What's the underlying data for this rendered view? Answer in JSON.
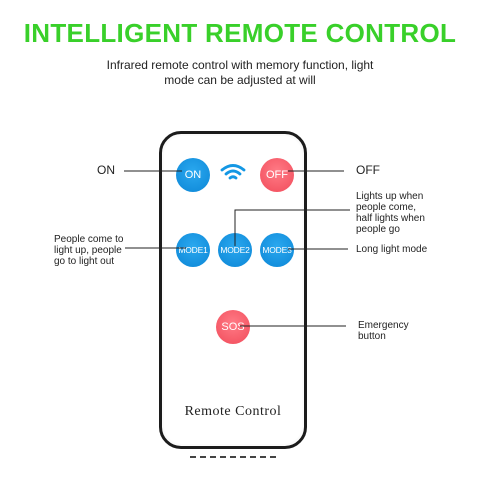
{
  "header": {
    "title": "INTELLIGENT REMOTE CONTROL",
    "subtitle_line1": "Infrared remote control with memory function, light",
    "subtitle_line2": "mode can be adjusted at will"
  },
  "remote": {
    "buttons": {
      "on": "ON",
      "off": "OFF",
      "mode1": "MODE1",
      "mode2": "MODE2",
      "mode3": "MODE3",
      "sos": "SOS"
    },
    "brand_label": "Remote Control",
    "colors": {
      "blue": "#1397e4",
      "red": "#f4606c",
      "accent_green": "#39d02a"
    }
  },
  "callouts": {
    "on": "ON",
    "off": "OFF",
    "mode2_line1": "Lights up when",
    "mode2_line2": "people come,",
    "mode2_line3": "half lights when",
    "mode2_line4": "people go",
    "mode1_line1": "People come to",
    "mode1_line2": "light up, people",
    "mode1_line3": "go to light out",
    "mode3": "Long light mode",
    "sos_line1": "Emergency",
    "sos_line2": "button"
  }
}
